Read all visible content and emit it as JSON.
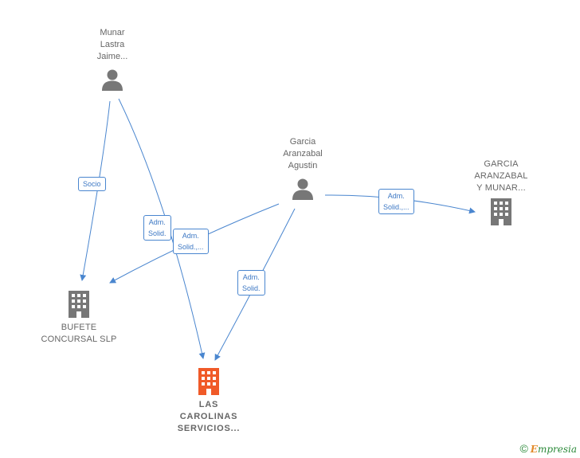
{
  "nodes": {
    "munar": {
      "label": "Munar\nLastra\nJaime..."
    },
    "garcia_person": {
      "label": "Garcia\nAranzabal\nAgustin"
    },
    "garcia_company": {
      "label": "GARCIA\nARANZABAL\nY MUNAR..."
    },
    "bufete": {
      "label": "BUFETE\nCONCURSAL SLP"
    },
    "las_carolinas": {
      "label": "LAS\nCAROLINAS\nSERVICIOS..."
    }
  },
  "edge_labels": {
    "socio": "Socio",
    "adm_solid_1": "Adm.\nSolid.",
    "adm_solid_2": "Adm.\nSolid.,...",
    "adm_solid_3": "Adm.\nSolid.",
    "adm_solid_4": "Adm.\nSolid.,..."
  },
  "colors": {
    "edge": "#4a86cf",
    "person_icon": "#777777",
    "company_icon": "#777777",
    "main_company_icon": "#f05a28"
  },
  "footer": {
    "copyright": "©",
    "brand_first": "E",
    "brand_rest": "mpresia"
  }
}
